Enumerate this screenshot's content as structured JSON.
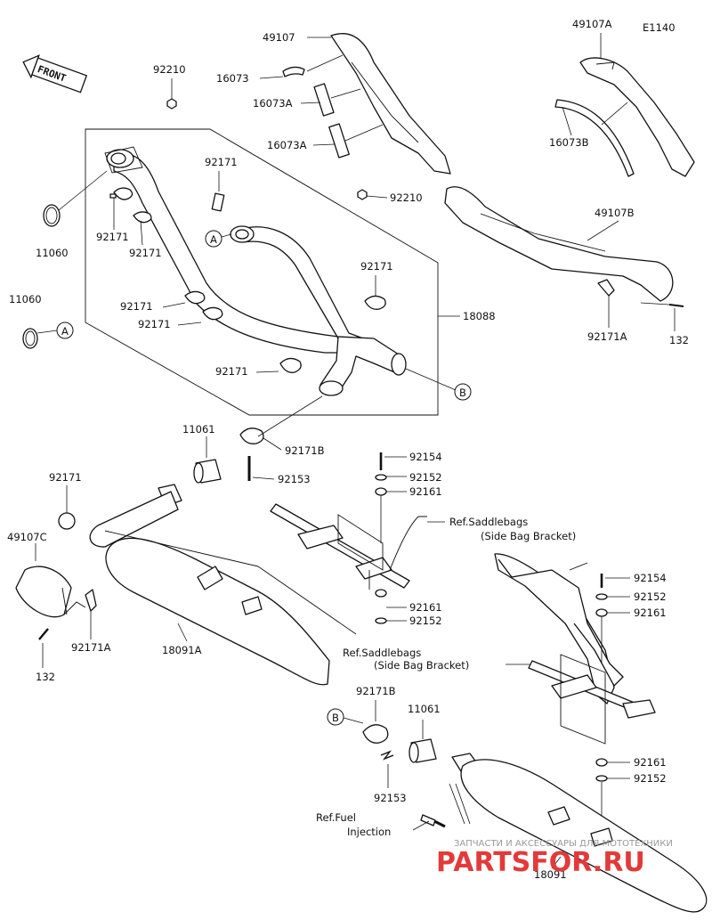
{
  "diagram_code": "E1140",
  "front_label": "FRONT",
  "labels": {
    "p92210_a": "92210",
    "p92210_b": "92210",
    "p11060_a": "11060",
    "p11060_b": "11060",
    "p92171_1": "92171",
    "p92171_2": "92171",
    "p92171_3": "92171",
    "p92171_4": "92171",
    "p92171_5": "92171",
    "p92171_6": "92171",
    "p92171_7": "92171",
    "p92171_8": "92171",
    "p18088": "18088",
    "p49107": "49107",
    "p16073": "16073",
    "p16073A_1": "16073A",
    "p16073A_2": "16073A",
    "p49107A": "49107A",
    "p16073B": "16073B",
    "p49107B": "49107B",
    "p92171A_1": "92171A",
    "p92171A_2": "92171A",
    "p132_1": "132",
    "p132_2": "132",
    "p11061_1": "11061",
    "p11061_2": "11061",
    "p92171B_1": "92171B",
    "p92171B_2": "92171B",
    "p92153_1": "92153",
    "p92153_2": "92153",
    "p92154_1": "92154",
    "p92154_2": "92154",
    "p92152_1": "92152",
    "p92152_2": "92152",
    "p92152_3": "92152",
    "p92152_4": "92152",
    "p92161_1": "92161",
    "p92161_2": "92161",
    "p92161_3": "92161",
    "p92161_4": "92161",
    "p49107C": "49107C",
    "p18091A": "18091A",
    "p18091": "18091",
    "ref_saddlebags_1a": "Ref.Saddlebags",
    "ref_saddlebags_1b": "(Side Bag Bracket)",
    "ref_saddlebags_2a": "Ref.Saddlebags",
    "ref_saddlebags_2b": "(Side Bag Bracket)",
    "ref_fuel_a": "Ref.Fuel",
    "ref_fuel_b": "Injection"
  },
  "callouts": {
    "A1": "A",
    "A2": "A",
    "B1": "B",
    "B2": "B"
  },
  "watermark": {
    "line1": "ЗАПЧАСТИ И АКСЕССУАРЫ ДЛЯ МОТОТЕХНИКИ",
    "line2": "PARTSFOR.RU"
  }
}
